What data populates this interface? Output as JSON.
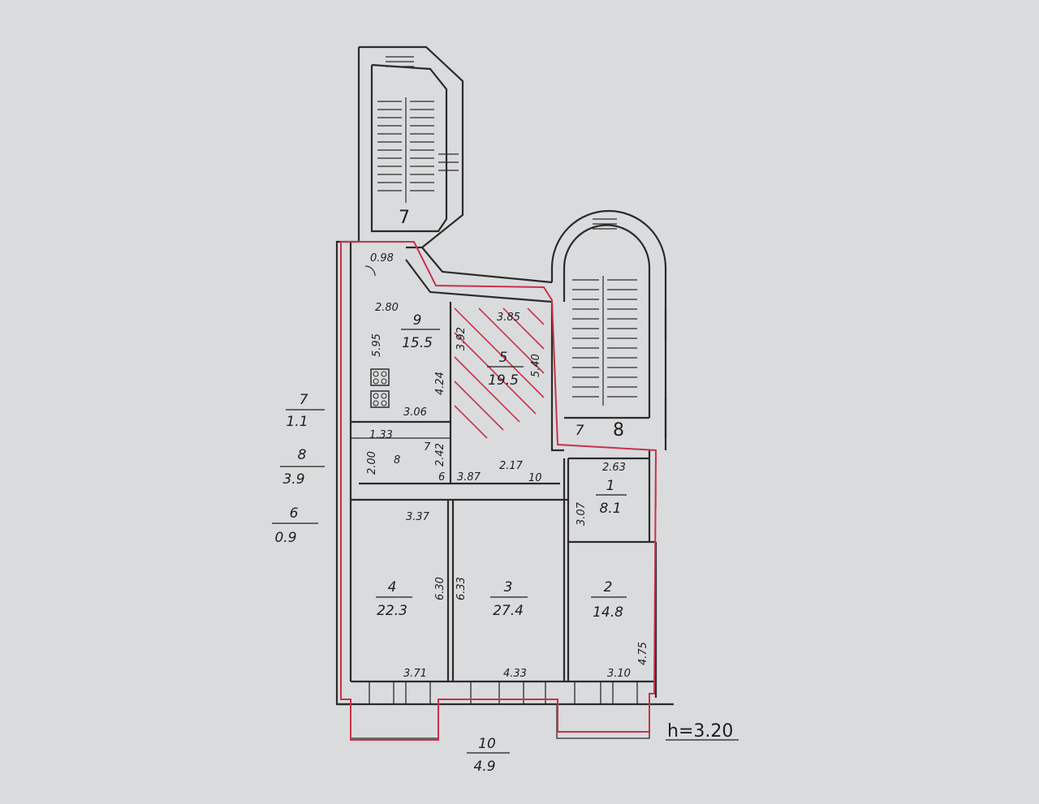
{
  "rooms": [
    {
      "num": "1",
      "area": "8.1"
    },
    {
      "num": "2",
      "area": "14.8"
    },
    {
      "num": "3",
      "area": "27.4"
    },
    {
      "num": "4",
      "area": "22.3"
    },
    {
      "num": "5",
      "area": "19.5"
    },
    {
      "num": "6",
      "area": ""
    },
    {
      "num": "7",
      "area": ""
    },
    {
      "num": "8",
      "area": ""
    },
    {
      "num": "9",
      "area": "15.5"
    },
    {
      "num": "10",
      "area": ""
    }
  ],
  "stair_labels": {
    "left_stair": "7",
    "right_stair_a": "7",
    "right_stair_b": "8"
  },
  "external": [
    {
      "num": "7",
      "area": "1.1"
    },
    {
      "num": "8",
      "area": "3.9"
    },
    {
      "num": "6",
      "area": "0.9"
    },
    {
      "num": "10",
      "area": "4.9"
    }
  ],
  "dimensions": {
    "d098": "0.98",
    "d280": "2.80",
    "d595": "5.95",
    "d385": "3.85",
    "d392": "3.92",
    "d540": "5.40",
    "d424": "4.24",
    "d306": "3.06",
    "d133": "1.33",
    "d200": "2.00",
    "d8": "8",
    "d7small": "7",
    "d242": "2.42",
    "d6small": "6",
    "d387": "3.87",
    "d217": "2.17",
    "d10small": "10",
    "d263": "2.63",
    "d307": "3.07",
    "d337": "3.37",
    "d630": "6.30",
    "d633": "6.33",
    "d475": "4.75",
    "d371": "3.71",
    "d433": "4.33",
    "d310": "3.10"
  },
  "height_label": "h=3.20",
  "colors": {
    "walls": "#2b2b2b",
    "boundary": "#c8324a",
    "paper": "#d9dbdc"
  }
}
